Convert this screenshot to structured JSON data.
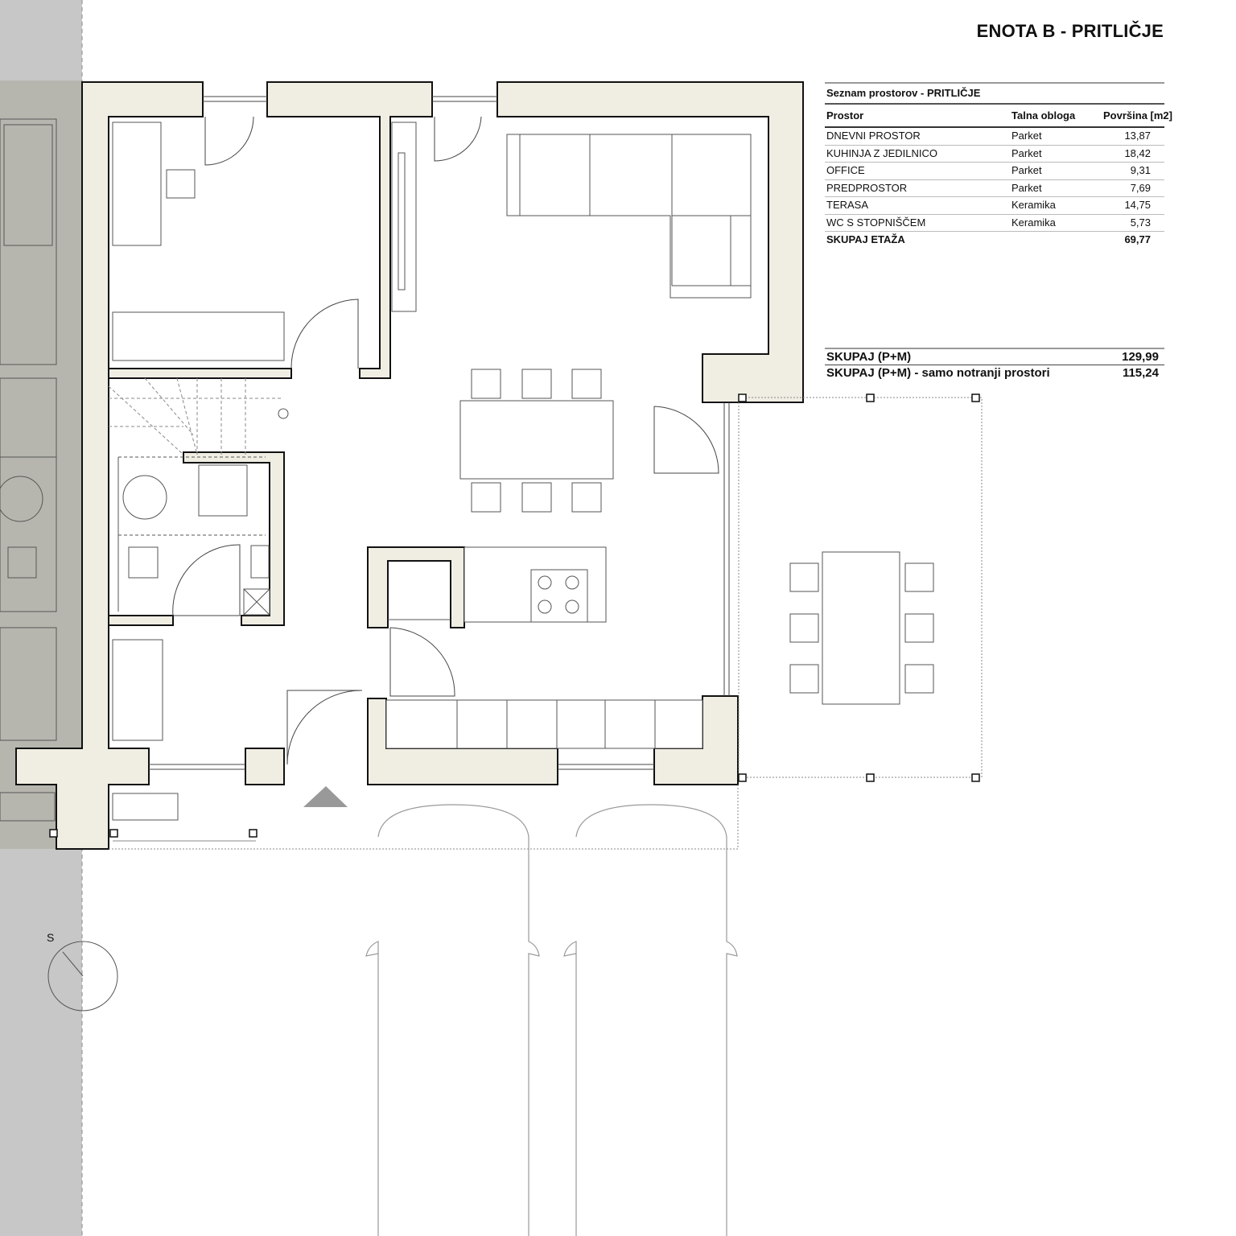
{
  "title": "ENOTA B - PRITLIČJE",
  "room_table": {
    "caption": "Seznam prostorov - PRITLIČJE",
    "headers": [
      "Prostor",
      "Talna obloga",
      "Površina [m2]"
    ],
    "rows": [
      {
        "room": "DNEVNI PROSTOR",
        "floor": "Parket",
        "area": "13,87"
      },
      {
        "room": "KUHINJA Z JEDILNICO",
        "floor": "Parket",
        "area": "18,42"
      },
      {
        "room": "OFFICE",
        "floor": "Parket",
        "area": "9,31"
      },
      {
        "room": "PREDPROSTOR",
        "floor": "Parket",
        "area": "7,69"
      },
      {
        "room": "TERASA",
        "floor": "Keramika",
        "area": "14,75"
      },
      {
        "room": "WC S STOPNIŠČEM",
        "floor": "Keramika",
        "area": "5,73"
      }
    ],
    "total": {
      "label": "SKUPAJ ETAŽA",
      "area": "69,77"
    }
  },
  "summary": [
    {
      "label": "SKUPAJ (P+M)",
      "value": "129,99"
    },
    {
      "label": "SKUPAJ (P+M) - samo notranji prostori",
      "value": "115,24"
    }
  ],
  "compass": {
    "label": "S"
  },
  "colors": {
    "wall_fill": "#f0ede3",
    "neighbor_strip": "#c7c7c7",
    "neighbor_overlap": "#b7b6ae",
    "line": "#111111"
  }
}
